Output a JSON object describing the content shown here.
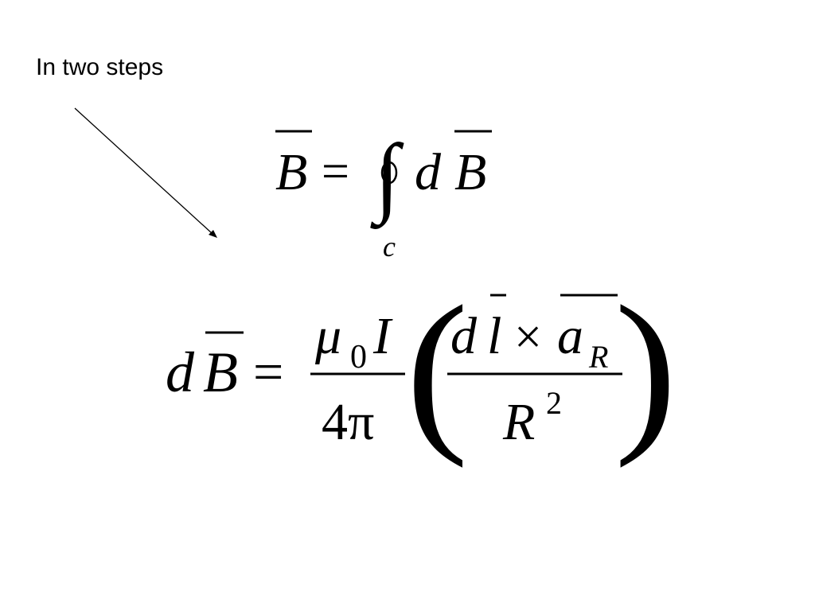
{
  "slide": {
    "caption": "In two steps"
  },
  "equation1": {
    "lhs": "B",
    "equals": "=",
    "integral_sign": "∫",
    "differential": "d",
    "integrand": "B",
    "contour_label": "c"
  },
  "equation2": {
    "differential": "d",
    "lhs": "B",
    "equals": "=",
    "numerator_mu": "μ",
    "mu_subscript": "0",
    "numerator_current": "I",
    "denominator": "4π",
    "inner_d": "d",
    "inner_l": "l",
    "cross": "×",
    "inner_a": "a",
    "a_subscript": "R",
    "inner_denominator": "R",
    "exponent": "2",
    "left_paren": "(",
    "right_paren": ")"
  }
}
